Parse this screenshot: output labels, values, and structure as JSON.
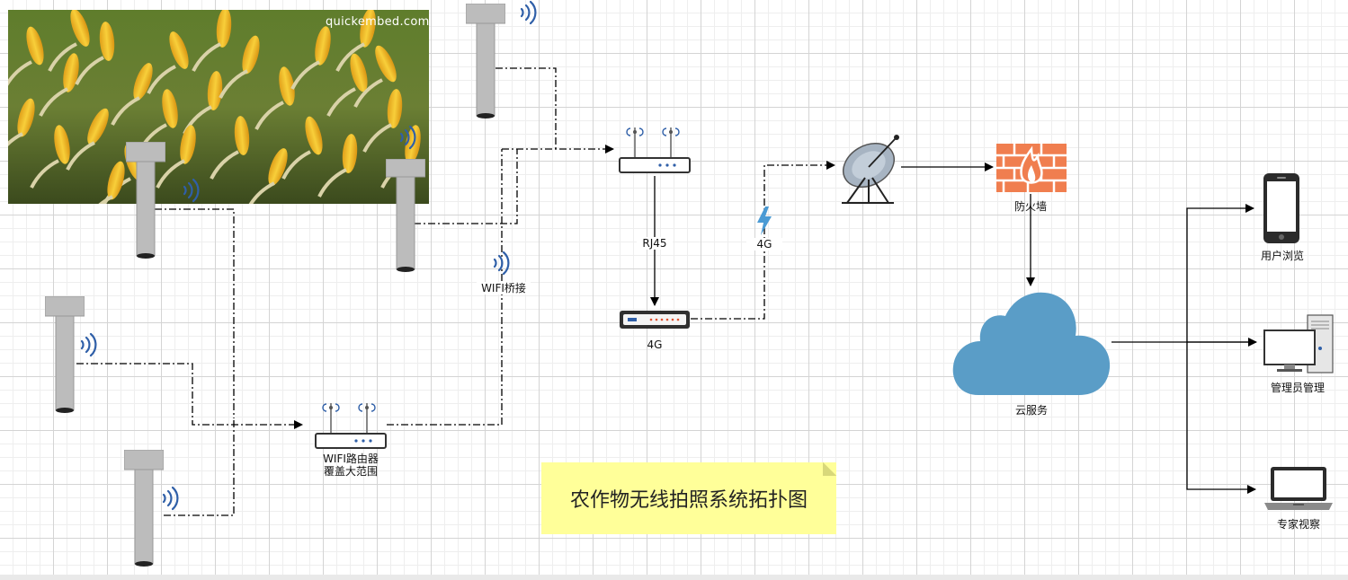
{
  "image": {
    "watermark": "quickembed.com"
  },
  "labels": {
    "wifi_bridge": "WIFI桥接",
    "rj45": "RJ45",
    "router_4g": "4G",
    "link_4g": "4G",
    "firewall": "防火墙",
    "cloud": "云服务",
    "wifi_router_line1": "WIFI路由器",
    "wifi_router_line2": "覆盖大范围",
    "user_view": "用户浏览",
    "admin": "管理员管理",
    "expert": "专家视察"
  },
  "note": {
    "title": "农作物无线拍照系统拓扑图"
  },
  "colors": {
    "wifi_signal": "#2f5fa8",
    "firewall": "#f07e4f",
    "cloud": "#5a9dc7",
    "lightning": "#4a9ad4",
    "note_bg": "#ffff99",
    "pole": "#bcbcbc"
  }
}
